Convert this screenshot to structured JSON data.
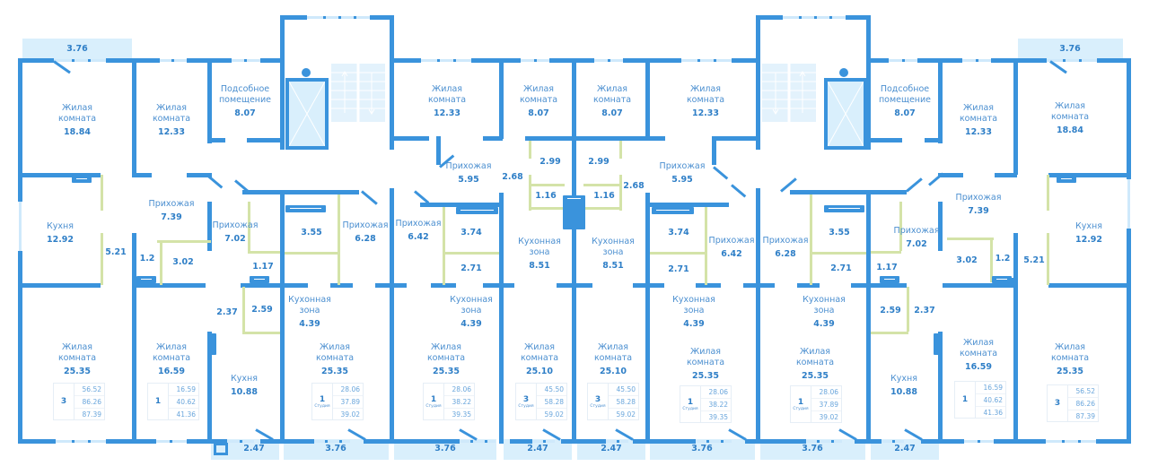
{
  "colors": {
    "wall": "#3a93dc",
    "text": "#4b8fd0",
    "value": "#2f7fc7",
    "balcony": "#d9effc",
    "partition": "#d4e3a8"
  },
  "room_type": {
    "living": "Жилая комната",
    "living_l1": "Жилая",
    "living_l2": "комната",
    "kitchen": "Кухня",
    "hall": "Прихожая",
    "utility_l1": "Подсобное",
    "utility_l2": "помещение",
    "kzone_l1": "Кухонная",
    "kzone_l2": "зона"
  },
  "balconies": {
    "top_left": "3.76",
    "top_right": "3.76",
    "bottom": [
      "2.47",
      "3.76",
      "3.76",
      "2.47",
      "2.47",
      "3.76",
      "3.76",
      "2.47"
    ]
  },
  "rooms": {
    "a_living1": "18.84",
    "a_living2": "12.33",
    "a_utility": "8.07",
    "a_kitchen": "12.92",
    "a_hall": "7.39",
    "a_corr": "5.21",
    "a_wc": "1.2",
    "a_bath": "3.02",
    "a_living3": "25.35",
    "a_living4": "16.59",
    "b_hall": "7.02",
    "b_wc": "1.17",
    "b_corr": "2.37",
    "b_bath": "2.59",
    "b_kitchen": "10.88",
    "c_bath": "3.55",
    "c_hall": "6.28",
    "c_kzone": "4.39",
    "c_living": "25.35",
    "d_living": "12.33",
    "d_hall1": "5.95",
    "d_hall2": "6.42",
    "d_bath": "3.74",
    "d_wc": "2.71",
    "d_kzone": "4.39",
    "d_living2": "25.35",
    "e_living": "8.07",
    "e_corr": "2.68",
    "e_bath": "2.99",
    "e_wc": "1.16",
    "e_kzone": "8.51",
    "e_living2": "25.10",
    "f_living": "8.07",
    "f_corr": "2.68",
    "f_bath": "2.99",
    "f_wc": "1.16",
    "f_kzone": "8.51",
    "f_living2": "25.10",
    "g_living": "12.33",
    "g_hall1": "5.95",
    "g_hall2": "6.42",
    "g_bath": "3.74",
    "g_wc": "2.71",
    "g_kzone": "4.39",
    "g_living2": "25.35",
    "h_hall": "6.28",
    "h_bath": "3.55",
    "h_wc": "2.71",
    "h_kzone": "4.39",
    "h_living": "25.35",
    "i_hall": "7.02",
    "i_wc": "1.17",
    "i_bath": "2.59",
    "i_corr": "2.37",
    "i_kitchen": "10.88",
    "j_utility": "8.07",
    "j_living": "12.33",
    "j_living1": "18.84",
    "j_hall": "7.39",
    "j_bath": "3.02",
    "j_wc": "1.2",
    "j_corr": "5.21",
    "j_kitchen": "12.92",
    "j_living4": "16.59",
    "j_living3": "25.35"
  },
  "apartments": [
    {
      "rooms": "3",
      "tag": "",
      "living": "56.52",
      "total": "86.26",
      "total_bal": "87.39"
    },
    {
      "rooms": "1",
      "tag": "",
      "living": "16.59",
      "total": "40.62",
      "total_bal": "41.36"
    },
    {
      "rooms": "1",
      "tag": "Студия",
      "living": "28.06",
      "total": "37.89",
      "total_bal": "39.02"
    },
    {
      "rooms": "1",
      "tag": "Студия",
      "living": "28.06",
      "total": "38.22",
      "total_bal": "39.35"
    },
    {
      "rooms": "3",
      "tag": "Студия",
      "living": "45.50",
      "total": "58.28",
      "total_bal": "59.02"
    },
    {
      "rooms": "3",
      "tag": "Студия",
      "living": "45.50",
      "total": "58.28",
      "total_bal": "59.02"
    },
    {
      "rooms": "1",
      "tag": "Студия",
      "living": "28.06",
      "total": "38.22",
      "total_bal": "39.35"
    },
    {
      "rooms": "1",
      "tag": "Студия",
      "living": "28.06",
      "total": "37.89",
      "total_bal": "39.02"
    },
    {
      "rooms": "1",
      "tag": "",
      "living": "16.59",
      "total": "40.62",
      "total_bal": "41.36"
    },
    {
      "rooms": "3",
      "tag": "",
      "living": "56.52",
      "total": "86.26",
      "total_bal": "87.39"
    }
  ]
}
